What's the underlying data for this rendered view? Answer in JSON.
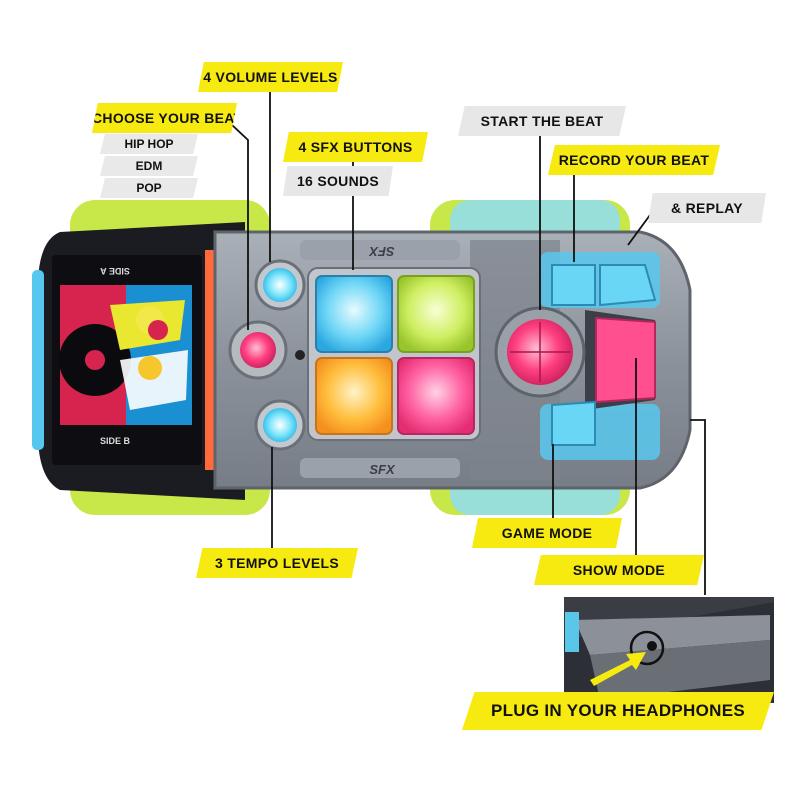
{
  "labels": {
    "volume": "4 VOLUME LEVELS",
    "choose_beat": "CHOOSE YOUR BEAT",
    "beat_hiphop": "HIP HOP",
    "beat_edm": "EDM",
    "beat_pop": "POP",
    "sfx_buttons": "4 SFX BUTTONS",
    "sounds": "16 SOUNDS",
    "start_beat": "START THE BEAT",
    "record_beat": "RECORD YOUR BEAT",
    "replay": "& REPLAY",
    "game_mode": "GAME MODE",
    "show_mode": "SHOW MODE",
    "tempo": "3 TEMPO LEVELS",
    "headphones": "PLUG IN YOUR HEADPHONES"
  },
  "car_text": {
    "side_a": "SIDE A",
    "side_b": "SIDE B",
    "sfx_top": "SFX",
    "sfx_bottom": "SFX"
  },
  "colors": {
    "accent_yellow": "#f6ea10",
    "label_gray": "#e7e7e7",
    "car_body": "#8a8f98",
    "lime": "#c8e84a",
    "cyan": "#4fd8f5",
    "pink": "#ff4f8e",
    "blue_pad": "#44c9f2",
    "green_pad": "#c9ec52",
    "orange_pad": "#ffb433",
    "pink_pad": "#ff5a9a"
  }
}
